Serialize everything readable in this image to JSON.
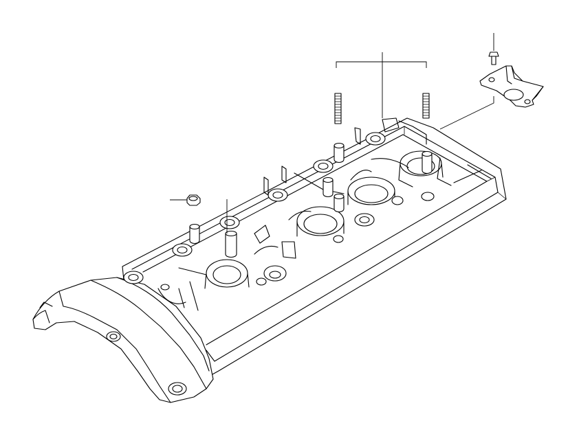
{
  "diagram": {
    "parts": [
      {
        "id": "cylinder-head-cover",
        "icon": "valve-cover-icon"
      },
      {
        "id": "mounting-bracket",
        "icon": "bracket-icon"
      },
      {
        "id": "bracket-bolt",
        "icon": "bolt-icon"
      },
      {
        "id": "stud-bolt-left",
        "icon": "stud-icon"
      },
      {
        "id": "stud-bolt-right",
        "icon": "stud-icon"
      },
      {
        "id": "hex-nut",
        "icon": "nut-icon"
      },
      {
        "id": "sealing-grommet",
        "icon": "grommet-icon"
      }
    ],
    "callouts": []
  }
}
